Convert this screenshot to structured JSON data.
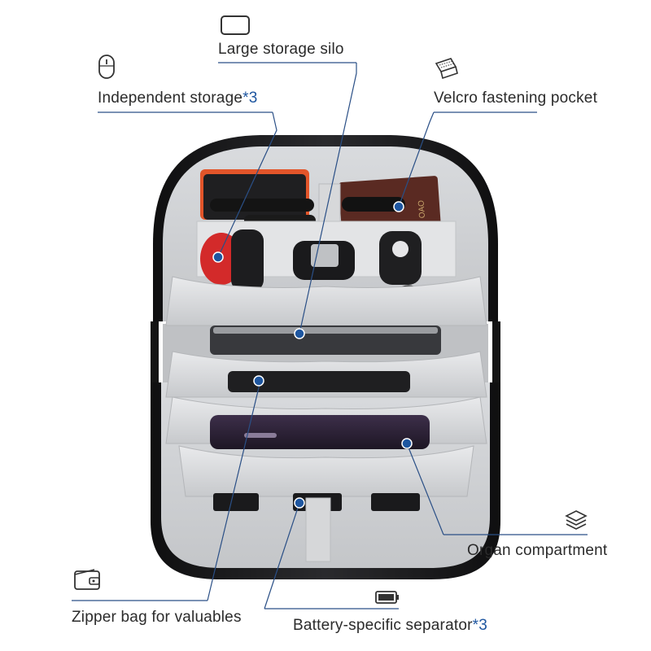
{
  "colors": {
    "accent": "#1e56a0",
    "text": "#2b2b2b",
    "bag_shell": "#1c1c1e",
    "bag_lining": "#cfd1d4"
  },
  "labels": {
    "large_storage_silo": "Large storage silo",
    "independent_storage": "Independent storage",
    "independent_storage_count": "*3",
    "velcro_pocket": "Velcro fastening pocket",
    "organ_compartment": "Organ compartment",
    "zipper_bag": "Zipper bag for valuables",
    "battery_separator": "Battery-specific separator",
    "battery_separator_count": "*3"
  },
  "icons": {
    "large_storage_silo": "rectangle-outline-icon",
    "independent_storage": "mouse-icon",
    "velcro_pocket": "velcro-strip-icon",
    "organ_compartment": "layers-icon",
    "zipper_bag": "wallet-icon",
    "battery_separator": "battery-icon"
  }
}
